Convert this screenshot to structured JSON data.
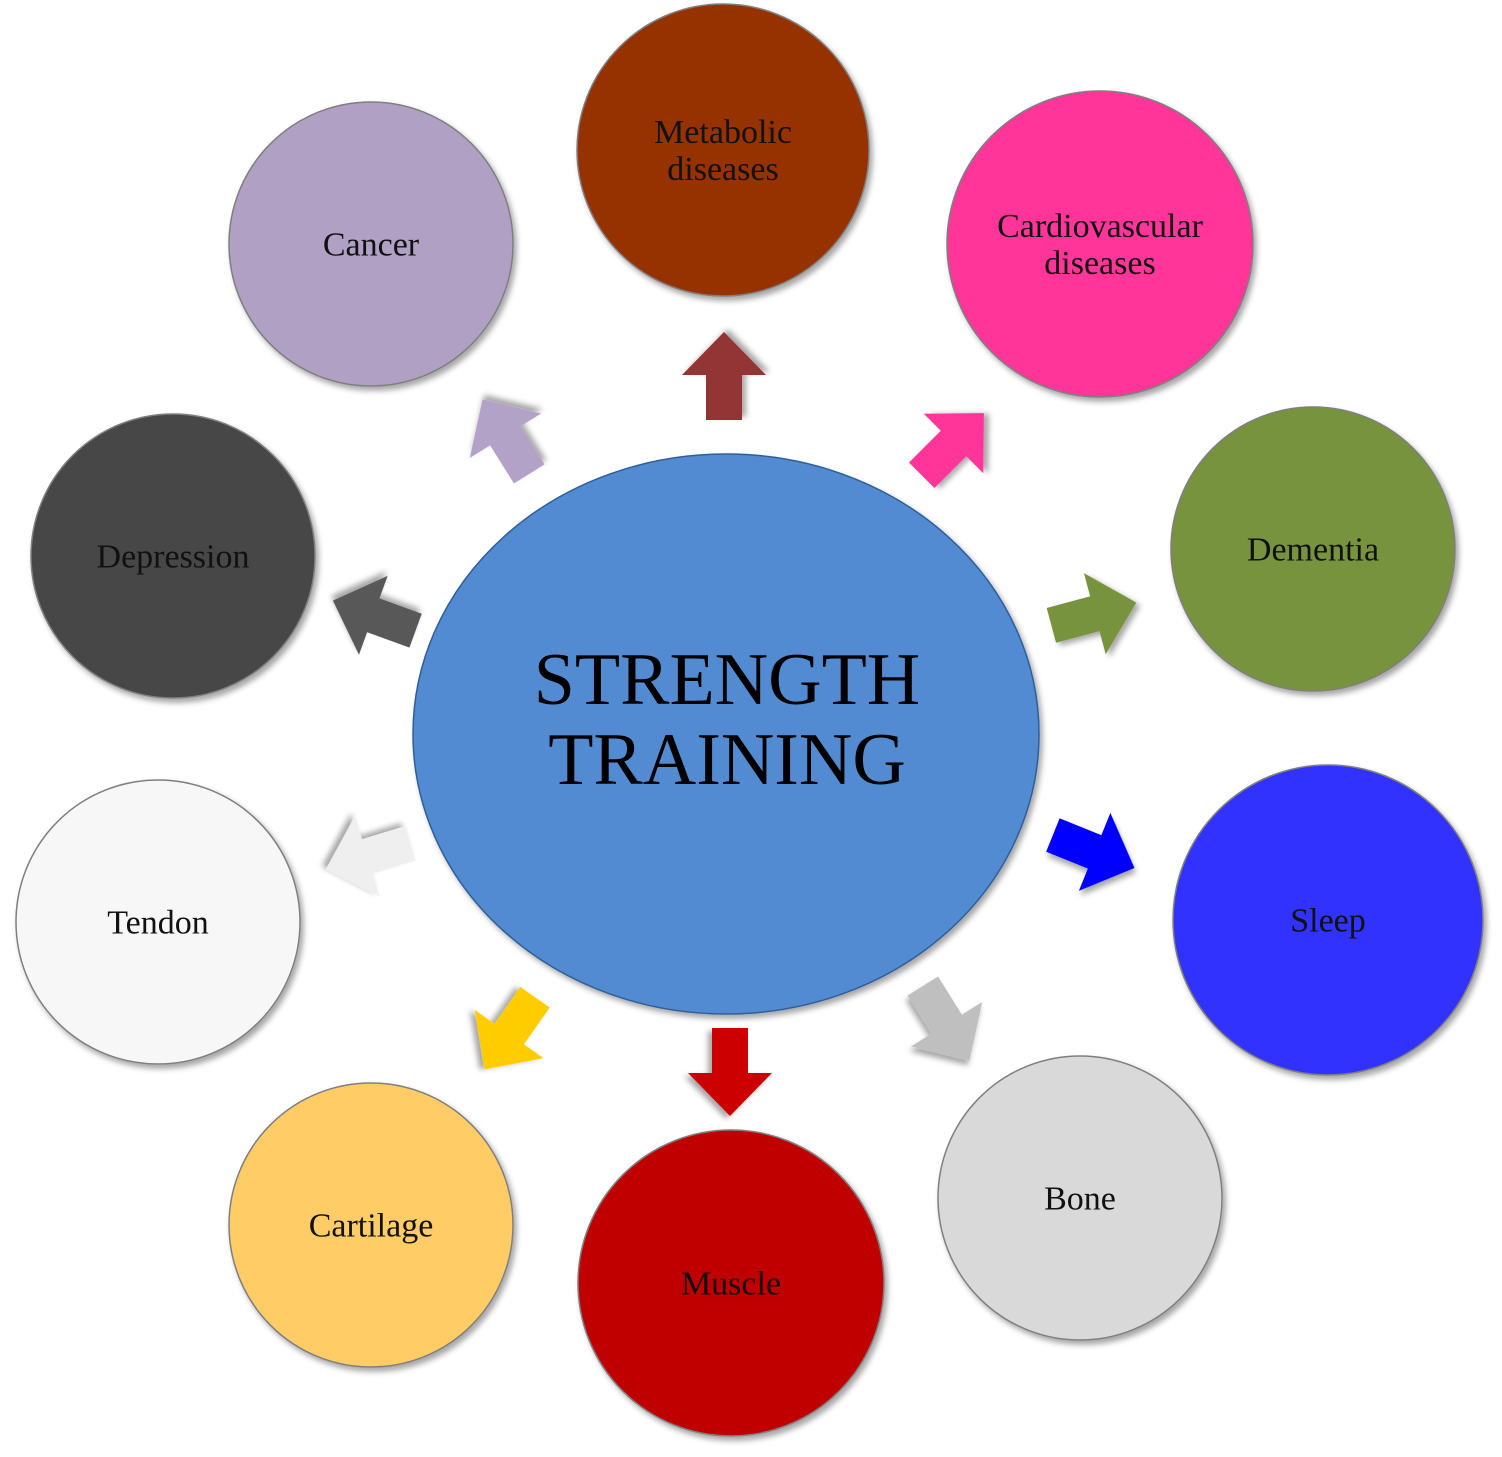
{
  "center": {
    "lines": [
      "STRENGTH",
      "TRAINING"
    ],
    "color": "#528BD2"
  },
  "outcomes": [
    {
      "key": "metabolic",
      "lines": [
        "Metabolic",
        "diseases"
      ],
      "color": "#963200",
      "arrow_color": "#943434"
    },
    {
      "key": "cardiovascular",
      "lines": [
        "Cardiovascular",
        "diseases"
      ],
      "color": "#FF3499",
      "arrow_color": "#FF3499"
    },
    {
      "key": "dementia",
      "lines": [
        "Dementia"
      ],
      "color": "#77933C",
      "arrow_color": "#77933C"
    },
    {
      "key": "sleep",
      "lines": [
        "Sleep"
      ],
      "color": "#3333FF",
      "arrow_color": "#0000FF"
    },
    {
      "key": "bone",
      "lines": [
        "Bone"
      ],
      "color": "#D9D9D9",
      "arrow_color": "#BFBFBF"
    },
    {
      "key": "muscle",
      "lines": [
        "Muscle"
      ],
      "color": "#C00000",
      "arrow_color": "#CC0000"
    },
    {
      "key": "cartilage",
      "lines": [
        "Cartilage"
      ],
      "color": "#FFCC66",
      "arrow_color": "#FFCC00"
    },
    {
      "key": "tendon",
      "lines": [
        "Tendon"
      ],
      "color": "#F7F7F7",
      "arrow_color": "#EFEFEF"
    },
    {
      "key": "depression",
      "lines": [
        "Depression"
      ],
      "color": "#474747",
      "arrow_color": "#595959"
    },
    {
      "key": "cancer",
      "lines": [
        "Cancer"
      ],
      "color": "#B0A0C4",
      "arrow_color": "#B3A2C7"
    }
  ]
}
